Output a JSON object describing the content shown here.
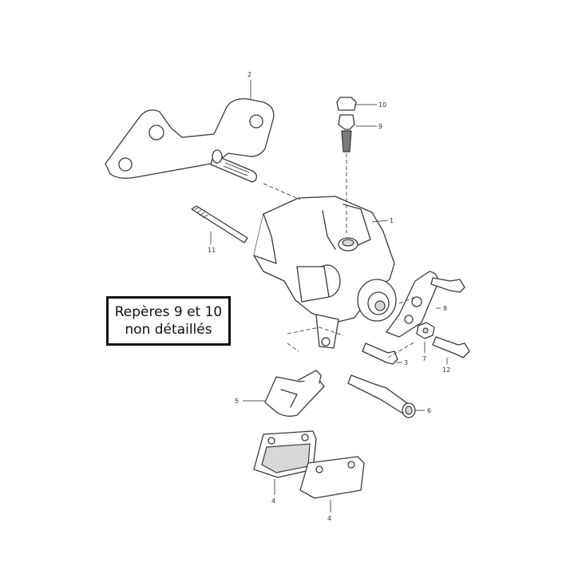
{
  "note": {
    "line1": "Repères 9 et 10",
    "line2": "non détaillés"
  },
  "callouts": [
    "1",
    "2",
    "3",
    "4",
    "4",
    "5",
    "6",
    "7",
    "8",
    "9",
    "10",
    "11",
    "12"
  ]
}
